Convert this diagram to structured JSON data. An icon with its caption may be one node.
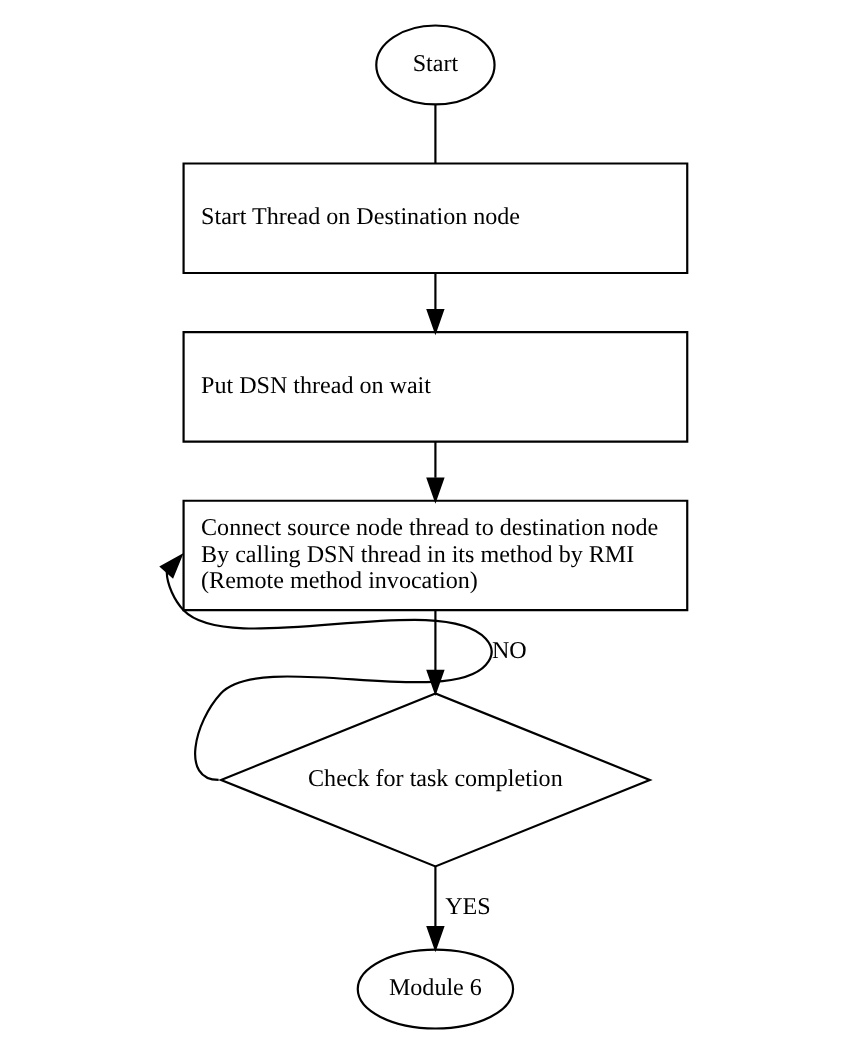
{
  "diagram": {
    "nodes": [
      {
        "text": [
          "Start"
        ]
      },
      {
        "text": [
          "Start Thread on Destination node"
        ]
      },
      {
        "text": [
          "Put DSN thread on wait"
        ]
      },
      {
        "text": [
          "Connect source node thread to destination node By calling DSN thread in its method by RMI (Remote method invocation)"
        ]
      },
      {
        "text": [
          "Check for task completion"
        ]
      },
      {
        "text": [
          "Module 6"
        ]
      }
    ],
    "edges": [
      {
        "from": 0,
        "to": 1,
        "arrow": "none"
      },
      {
        "from": 1,
        "to": 2,
        "arrow": "to"
      },
      {
        "from": 2,
        "to": 3,
        "arrow": "to"
      },
      {
        "from": 3,
        "to": 4,
        "arrow": "to"
      },
      {
        "from": 4,
        "to": 3,
        "arrow": "to",
        "label": "NO"
      },
      {
        "from": 4,
        "to": 5,
        "arrow": "to",
        "label": "YES"
      }
    ]
  }
}
